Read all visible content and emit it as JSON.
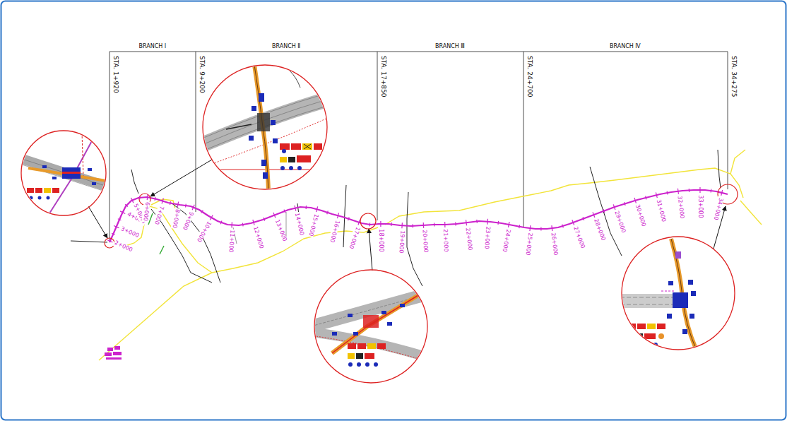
{
  "diagram": {
    "labels": [
      "BRANCH Ⅰ",
      "BRANCH Ⅱ",
      "BRANCH Ⅲ",
      "BRANCH Ⅳ",
      "STA. 1+920",
      "STA. 9+200",
      "STA. 17+850",
      "STA. 24+700",
      "STA. 34+275",
      "2+000",
      "3+000",
      "4+000",
      "5+000",
      "6+000",
      "7+000",
      "8+000",
      "9+000",
      "10+000",
      "11+000",
      "12+000",
      "13+000",
      "14+000",
      "15+000",
      "16+000",
      "17+000",
      "18+000",
      "19+000",
      "20+000",
      "21+000",
      "22+000",
      "23+000",
      "24+000",
      "25+000",
      "26+000",
      "27+000",
      "28+000",
      "29+000",
      "30+000",
      "31+000",
      "32+000",
      "33+000",
      "34+000"
    ]
  }
}
